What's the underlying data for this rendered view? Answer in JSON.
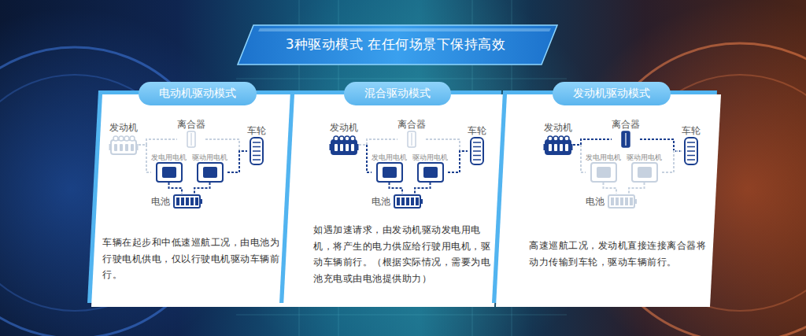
{
  "diagram": {
    "title": "3种驱动模式 在任何场景下保持高效",
    "nodes": [
      {
        "text": [
          "车辆在起步和中低速巡航工况，由电池为行驶电机供电，仅以行驶电机驱动车辆前行。"
        ]
      },
      {
        "text": [
          "电动机驱动模式"
        ],
        "in": 0
      },
      {
        "text": [
          "发动机"
        ],
        "in": 0
      },
      {
        "text": [
          "离合器"
        ],
        "in": 0
      },
      {
        "text": [
          "发电用电机"
        ],
        "in": 0
      },
      {
        "text": [
          "驱动用电机"
        ],
        "in": 0
      },
      {
        "text": [
          "车轮"
        ],
        "in": 0
      },
      {
        "text": [
          "电池"
        ],
        "in": 0
      },
      {
        "text": [
          "如遇加速请求，由发动机驱动发电用电机，将产生的电力供应给行驶用电机，驱动车辆前行。（根据实际情况，需要为电池充电或由电池提供助力）"
        ]
      },
      {
        "text": [
          "混合驱动模式"
        ],
        "in": 8
      },
      {
        "text": [
          "发动机"
        ],
        "in": 8
      },
      {
        "text": [
          "离合器"
        ],
        "in": 8
      },
      {
        "text": [
          "发电用电机"
        ],
        "in": 8
      },
      {
        "text": [
          "驱动用电机"
        ],
        "in": 8
      },
      {
        "text": [
          "车轮"
        ],
        "in": 8
      },
      {
        "text": [
          "电池"
        ],
        "in": 8
      },
      {
        "text": [
          "高速巡航工况，发动机直接连接离合器将动力传输到车轮，驱动车辆前行。"
        ]
      },
      {
        "text": [
          "发动机驱动模式"
        ],
        "in": 16
      },
      {
        "text": [
          "发动机"
        ],
        "in": 16
      },
      {
        "text": [
          "离合器"
        ],
        "in": 16
      },
      {
        "text": [
          "发电用电机"
        ],
        "in": 16
      },
      {
        "text": [
          "驱动用电机"
        ],
        "in": 16
      },
      {
        "text": [
          "车轮"
        ],
        "in": 16
      },
      {
        "text": [
          "电池"
        ],
        "in": 16
      }
    ],
    "edges": [
      {
        "from": 2,
        "to": 4,
        "arrow": "none"
      },
      {
        "from": 2,
        "to": 3,
        "arrow": "none"
      },
      {
        "from": 3,
        "to": 6,
        "arrow": "none"
      },
      {
        "from": 5,
        "to": 6,
        "arrow": "none"
      },
      {
        "from": 4,
        "to": 7,
        "arrow": "none"
      },
      {
        "from": 5,
        "to": 7,
        "arrow": "none"
      },
      {
        "from": 10,
        "to": 12,
        "arrow": "none"
      },
      {
        "from": 10,
        "to": 11,
        "arrow": "none"
      },
      {
        "from": 11,
        "to": 14,
        "arrow": "none"
      },
      {
        "from": 13,
        "to": 14,
        "arrow": "none"
      },
      {
        "from": 12,
        "to": 15,
        "arrow": "none"
      },
      {
        "from": 13,
        "to": 15,
        "arrow": "none"
      },
      {
        "from": 18,
        "to": 20,
        "arrow": "none"
      },
      {
        "from": 18,
        "to": 19,
        "arrow": "none"
      },
      {
        "from": 19,
        "to": 22,
        "arrow": "none"
      },
      {
        "from": 21,
        "to": 22,
        "arrow": "none"
      },
      {
        "from": 20,
        "to": 23,
        "arrow": "none"
      },
      {
        "from": 21,
        "to": 23,
        "arrow": "none"
      }
    ]
  }
}
